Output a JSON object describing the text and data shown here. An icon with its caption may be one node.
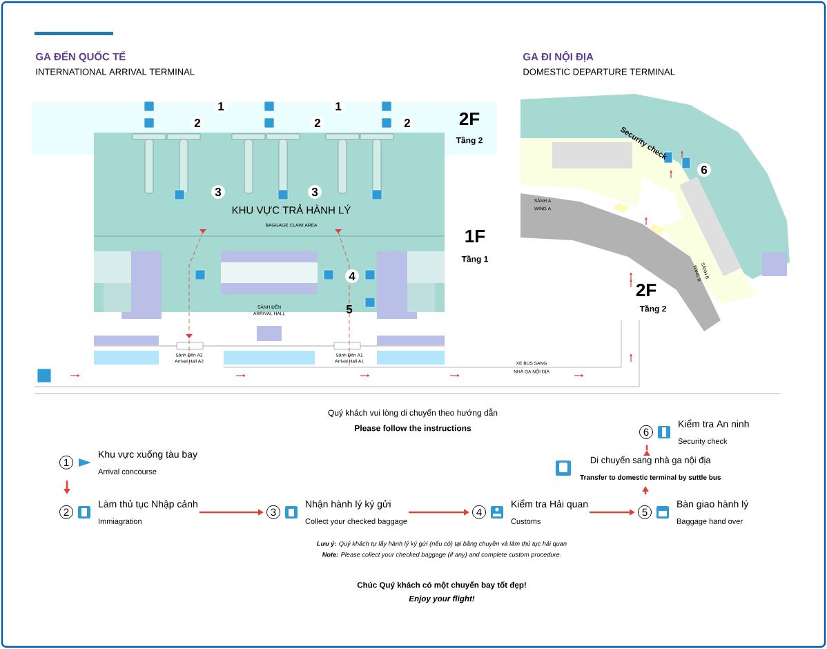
{
  "diagram": {
    "nodes": [
      {
        "text": [
          "1",
          "Khu vực xuống tàu bay",
          "Arrival concourse"
        ]
      },
      {
        "text": [
          "2",
          "Làm thủ tục Nhập cảnh",
          "Immiagration"
        ]
      },
      {
        "text": [
          "3",
          "Nhận hành lý ký gửi",
          "Collect your checked baggage"
        ]
      },
      {
        "text": [
          "4",
          "Kiểm tra Hải quan",
          "Customs"
        ]
      },
      {
        "text": [
          "5",
          "Bàn giao hành lý",
          "Baggage hand over"
        ]
      },
      {
        "text": [
          "Di chuyển sang nhà ga nội địa",
          "Transfer to domestic terminal by suttle bus"
        ]
      },
      {
        "text": [
          "6",
          "Kiểm tra An ninh",
          "Security check"
        ]
      }
    ],
    "edges": [
      {
        "from": 0,
        "to": 1,
        "arrow": "to"
      },
      {
        "from": 1,
        "to": 2,
        "arrow": "to"
      },
      {
        "from": 2,
        "to": 3,
        "arrow": "to"
      },
      {
        "from": 3,
        "to": 4,
        "arrow": "to"
      },
      {
        "from": 4,
        "to": 5,
        "arrow": "to"
      },
      {
        "from": 5,
        "to": 6,
        "arrow": "to"
      }
    ],
    "labels": [
      "GA ĐẾN QUỐC TẾ",
      "INTERNATIONAL ARRIVAL TERMINAL",
      "GA ĐI NỘI ĐỊA",
      "DOMESTIC DEPARTURE TERMINAL",
      "1",
      "1",
      "2",
      "2",
      "2",
      "2F",
      "Tầng 2",
      "3",
      "3",
      "KHU VỰC TRẢ HÀNH LÝ",
      "BAGGAGE CLAIM AREA",
      "1F",
      "Tầng 1",
      "4",
      "5",
      "SẢNH ĐẾN",
      "ARRIVAL HALL",
      "Sảnh Đến A2",
      "Arrival Hall A2",
      "Sảnh Đến A1",
      "Arrival Hall A1",
      "XE BUS SANG",
      "NHÀ GA NỘI ĐỊA",
      "Security check",
      "6",
      "SẢNH A",
      "WING A",
      "WING B",
      "SẢNH B",
      "2F",
      "Tầng 2",
      "Quý khách vui lòng di chuyển theo hướng dẫn",
      "Please follow the instructions",
      "**Lưu ý:** Quý khách tự lấy hành lý ký gửi (nếu có) tại băng chuyền và làm thủ tục hải quan",
      "**Note:** Please collect your checked baggage (if any) and complete custom procedure.",
      "Chúc Quý khách có một chuyến bay tốt đẹp!",
      "Enjoy your flight!"
    ]
  }
}
